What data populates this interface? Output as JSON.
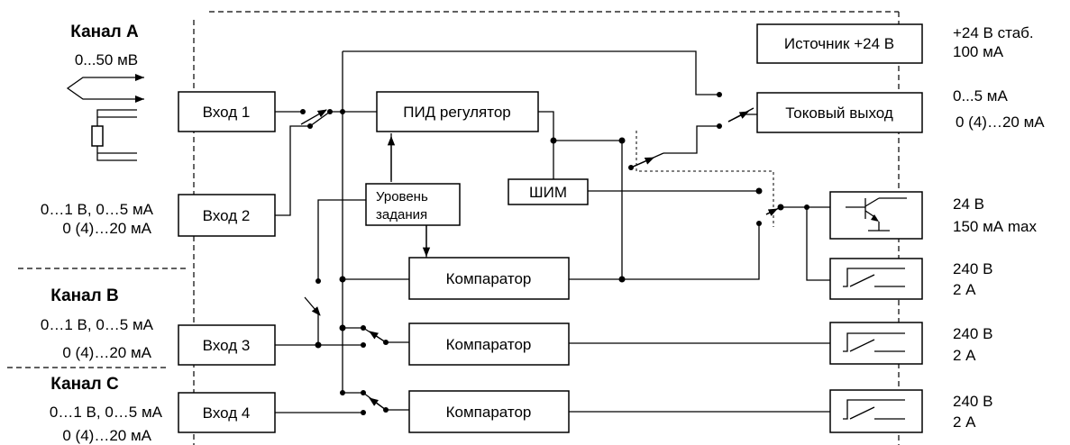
{
  "channels": {
    "a": {
      "title": "Канал А",
      "range": "0...50 мВ"
    },
    "b": {
      "title": "Канал В",
      "range1": "0…1 В, 0…5 мА",
      "range2": "0 (4)…20 мА"
    },
    "c": {
      "title": "Канал С",
      "range1": "0…1 В, 0…5 мА",
      "range2": "0 (4)…20 мА"
    }
  },
  "input2_range": {
    "line1": "0…1 В, 0…5 мА",
    "line2": "0 (4)…20 мА"
  },
  "blocks": {
    "input1": "Вход 1",
    "input2": "Вход 2",
    "input3": "Вход 3",
    "input4": "Вход 4",
    "pid": "ПИД регулятор",
    "setpoint_line1": "Уровень",
    "setpoint_line2": "задания",
    "pwm": "ШИМ",
    "comparator1": "Компаратор",
    "comparator2": "Компаратор",
    "comparator3": "Компаратор",
    "source": "Источник +24 В",
    "current_output": "Токовый выход"
  },
  "outputs": {
    "source": {
      "line1": "+24 В стаб.",
      "line2": "100 мА"
    },
    "current": {
      "line1": "0...5 мА",
      "line2": "0 (4)…20 мА"
    },
    "transistor": {
      "line1": "24 В",
      "line2": "150 мА max"
    },
    "relay1": {
      "line1": "240 В",
      "line2": "2 А"
    },
    "relay2": {
      "line1": "240 В",
      "line2": "2 А"
    },
    "relay3": {
      "line1": "240 В",
      "line2": "2 А"
    }
  }
}
